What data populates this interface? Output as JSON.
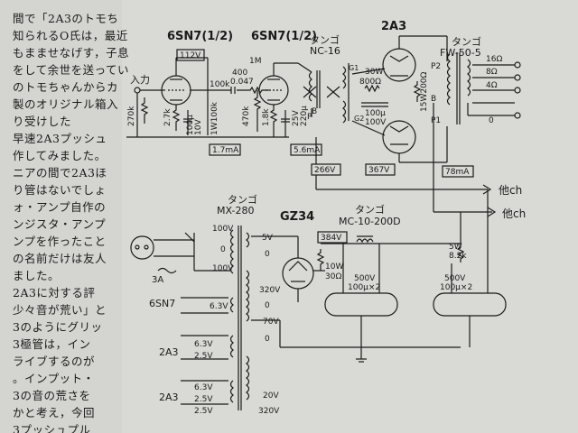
{
  "article": {
    "lines": [
      "間で「2A3のトモち",
      "知られるO氏は，最近",
      "もまませなげす，子息",
      "をして余世を送ってい",
      "のトモちゃんからカ",
      "製のオリジナル箱入",
      "り受けした",
      "早速2A3プッシュ",
      "作してみました。",
      "ニアの間で2A3ほ",
      "り管はないでしょ",
      "ォ・アンプ自作の",
      "ンジスタ・アンプ",
      "ンプを作ったこと",
      "の名前だけは友人",
      "ました。",
      "2A3に対する評",
      "少々音が荒い」と",
      "3のようにグリッ",
      "3極管は，イン",
      "ライブするのが",
      "。インプット・",
      "3の音の荒さを",
      "かと考え，今回",
      "3プッシュプル"
    ]
  },
  "schematic": {
    "tube_labels": {
      "v1": "6SN7(1/2)",
      "v2": "6SN7(1/2)",
      "output": "2A3",
      "rectifier": "GZ34"
    },
    "transformers": {
      "interstage": [
        "タンゴ",
        "NC-16"
      ],
      "output": [
        "タンゴ",
        "FW-50-5"
      ],
      "power": [
        "タンゴ",
        "MX-280"
      ],
      "choke": [
        "タンゴ",
        "MC-10-200D"
      ]
    },
    "input_label": "入力",
    "voltages": {
      "v1_plate": "112V",
      "b_266": "266V",
      "b_367": "367V",
      "b_384": "384V",
      "current_1": "1.7mA",
      "current_2": "5.6mA",
      "current_3": "78mA"
    },
    "components": {
      "r1m": "1M",
      "r400": "400",
      "c047": "0.047",
      "r100k": "100k",
      "r270k": "270k",
      "r27k": "2.7k",
      "c10v": "10V",
      "c100u": "100μ",
      "r1w100k": "1W100k",
      "r470k": "470k",
      "r18k": "1.8k",
      "r25v": "25V",
      "r220u": "220μ",
      "p30w": "30W",
      "p800": "800Ω",
      "p100u": "100μ",
      "p100v": "100V",
      "p15w": "15W200Ω",
      "r10w": "10W",
      "r30": "30Ω",
      "cap500v_1": "500V",
      "cap100x2_1": "100μ×2",
      "r5w": "5W",
      "r82k": "8.2k",
      "cap500v_2": "500V",
      "cap100x2_2": "100μ×2"
    },
    "taps": {
      "t16": "16Ω",
      "t8": "8Ω",
      "t4": "4Ω",
      "t0": "0",
      "p1": "P1",
      "p2": "P2",
      "b": "B",
      "g1": "G1",
      "g2": "G2",
      "p": "P",
      "b2": "B"
    },
    "power_taps": {
      "p100a": "100V",
      "p0": "0",
      "p100b": "100V",
      "s5v": "5V",
      "s0": "0",
      "s320a": "320V",
      "s0b": "0",
      "s70": "70V",
      "s0c": "0",
      "s6_3a": "6.3V",
      "s6_3b": "6.3V",
      "s2_5a": "2.5V",
      "s2_5b": "2.5V",
      "s6_3c": "6.3V",
      "s2_5c": "2.5V",
      "s20": "20V",
      "s320b": "320V",
      "fuse": "3A"
    },
    "heater_labels": {
      "h1": "6SN7",
      "h2": "2A3",
      "h3": "2A3"
    },
    "other_ch_1": "他ch",
    "other_ch_2": "他ch"
  }
}
